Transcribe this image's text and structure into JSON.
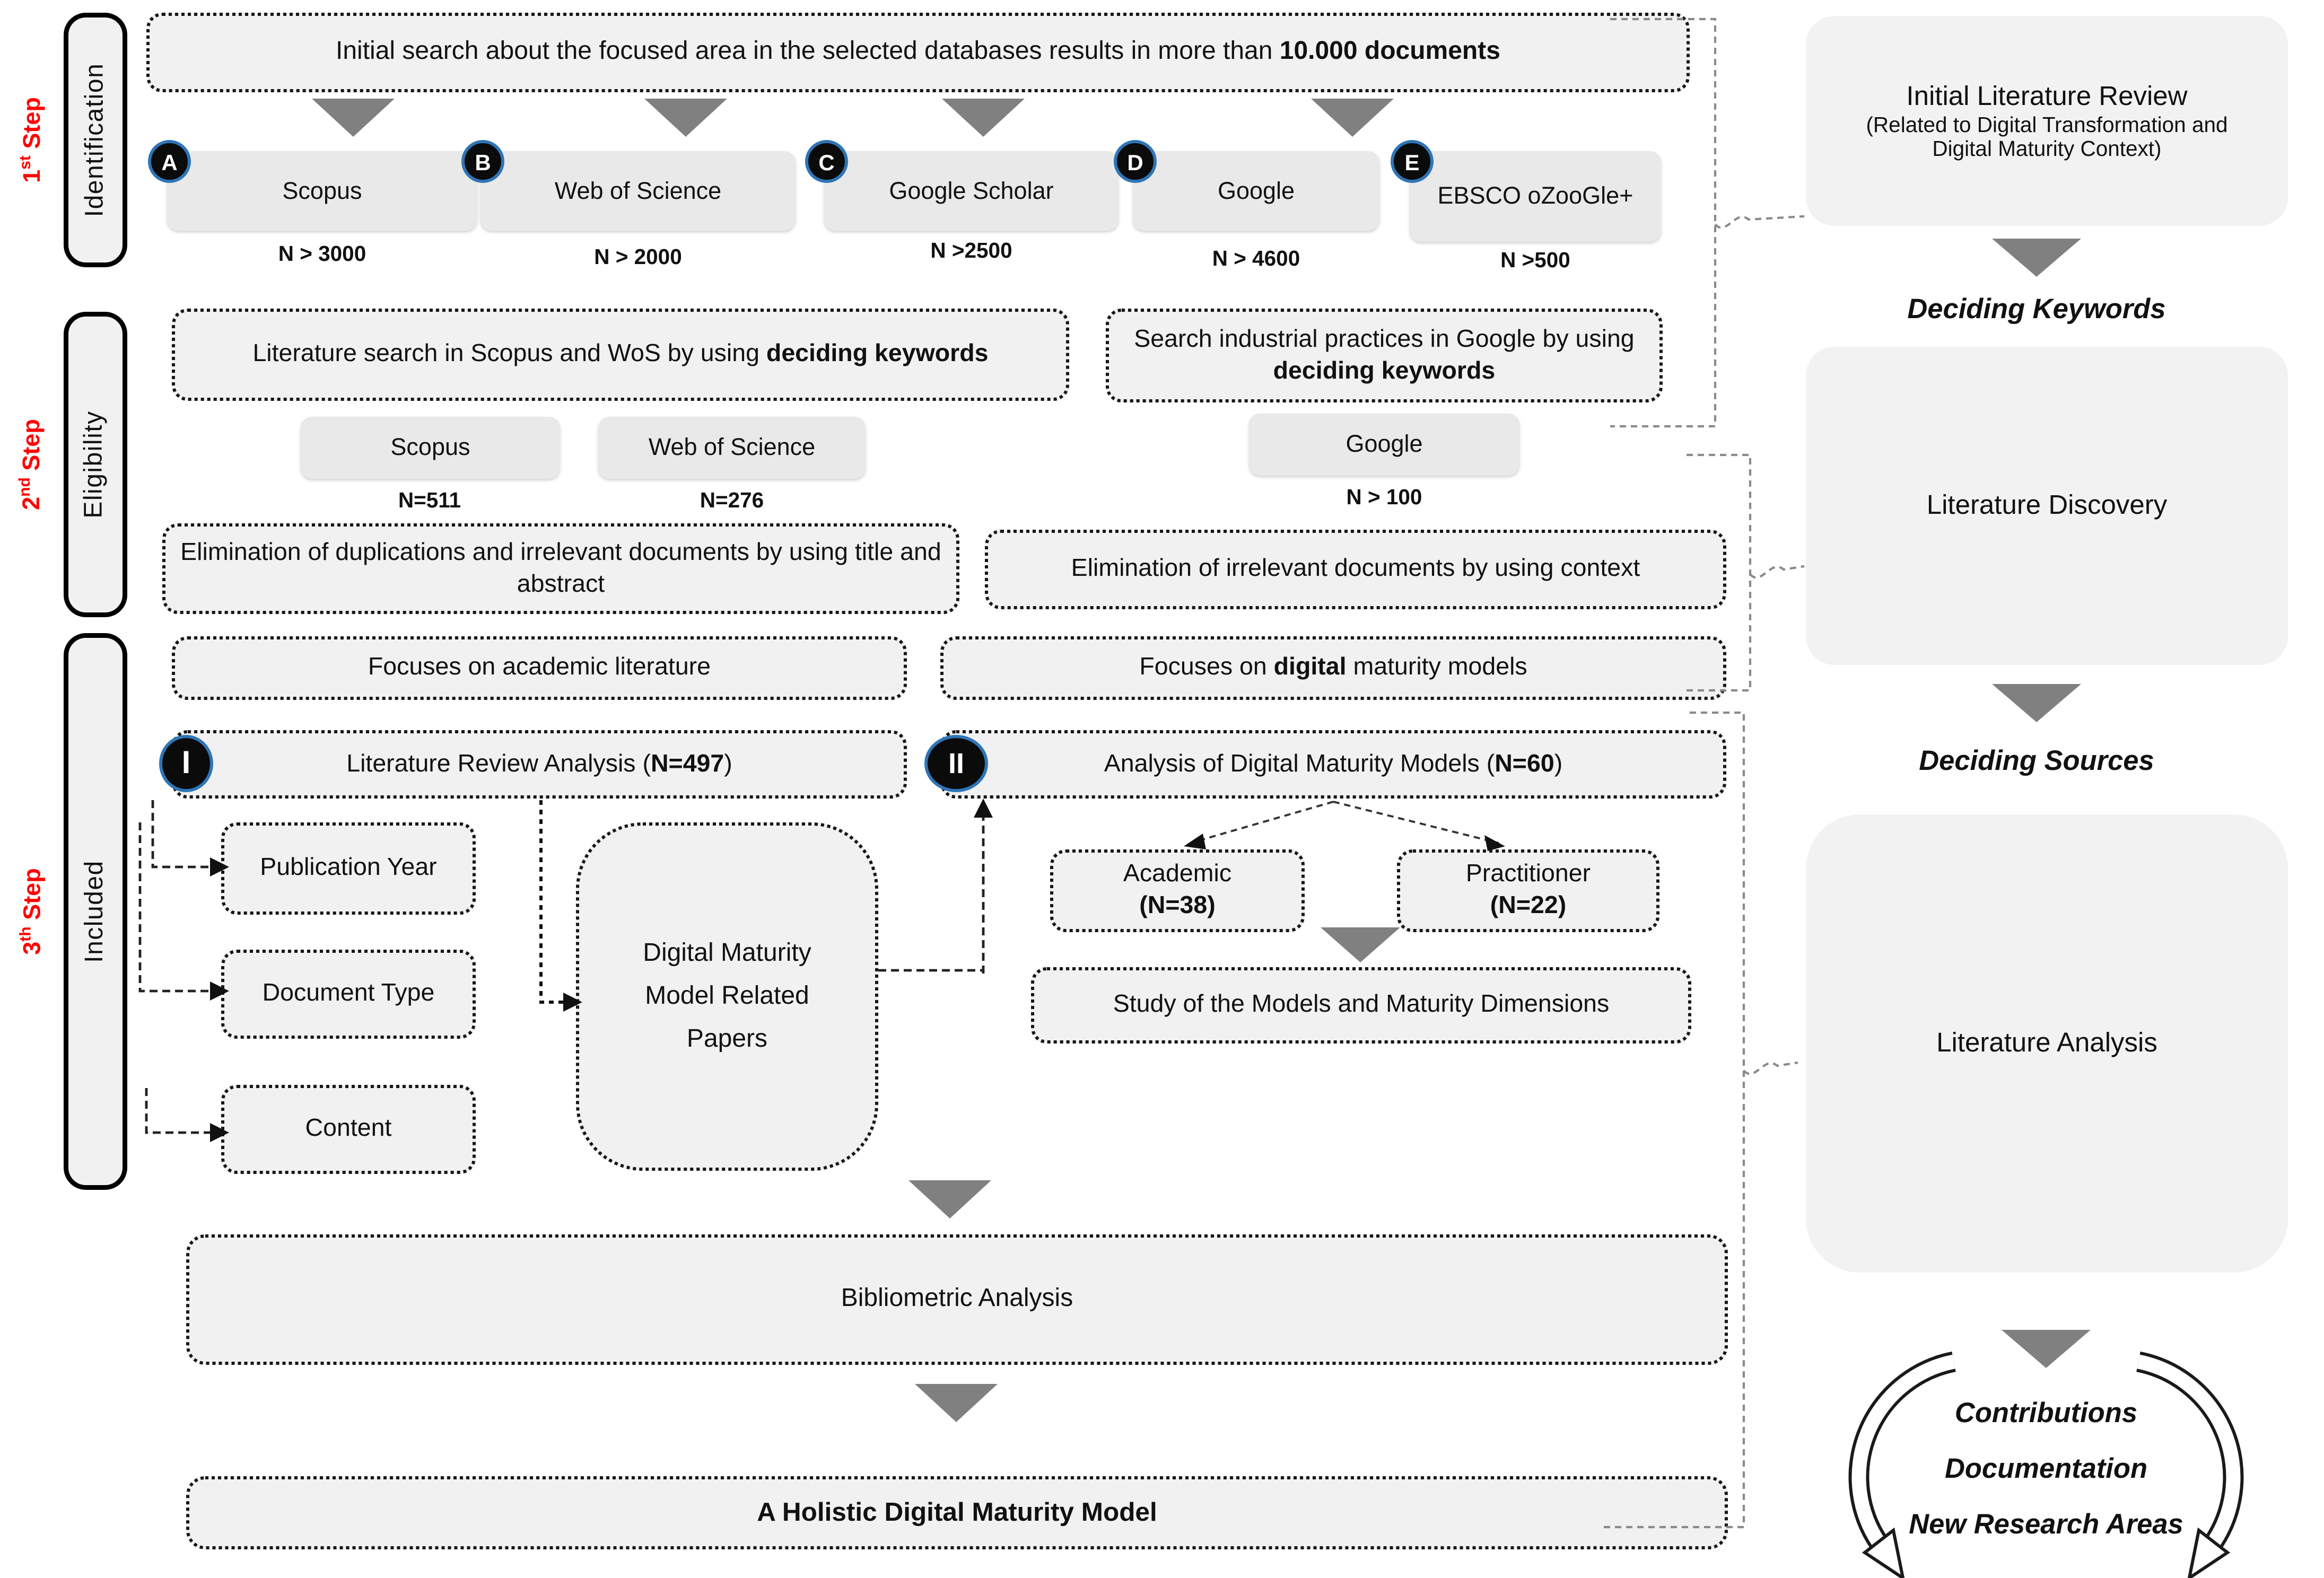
{
  "steps": [
    {
      "num": "1",
      "sup": "st",
      "word": "Step",
      "label": "Identification"
    },
    {
      "num": "2",
      "sup": "nd",
      "word": "Step",
      "label": "Eligibility"
    },
    {
      "num": "3",
      "sup": "th",
      "word": "Step",
      "label": "Included"
    }
  ],
  "step1": {
    "title_pre": "Initial search about the focused area in the selected databases results in more than ",
    "title_bold": "10.000 documents",
    "databases": [
      {
        "badge": "A",
        "name": "Scopus",
        "count": "N > 3000"
      },
      {
        "badge": "B",
        "name": "Web of Science",
        "count": "N > 2000"
      },
      {
        "badge": "C",
        "name": "Google Scholar",
        "count": "N >2500"
      },
      {
        "badge": "D",
        "name": "Google",
        "count": "N > 4600"
      },
      {
        "badge": "E",
        "name": "EBSCO oZooGle+",
        "count": "N >500"
      }
    ]
  },
  "step2": {
    "academic_search_pre": "Literature search in Scopus and WoS by using ",
    "academic_search_bold": "deciding keywords",
    "industrial_search_pre": "Search industrial practices in Google by using ",
    "industrial_search_bold": "deciding keywords",
    "sources": [
      {
        "name": "Scopus",
        "count": "N=511"
      },
      {
        "name": "Web of Science",
        "count": "N=276"
      },
      {
        "name": "Google",
        "count": "N > 100"
      }
    ],
    "elimination_academic": "Elimination of duplications and irrelevant documents by using title and abstract",
    "elimination_industrial": "Elimination of irrelevant documents by using context"
  },
  "step3": {
    "focus_academic": "Focuses on academic literature",
    "focus_digital_pre": "Focuses on ",
    "focus_digital_bold": "digital",
    "focus_digital_post": " maturity models",
    "branch1": {
      "badge": "I",
      "title_pre": "Literature Review Analysis (",
      "title_bold": "N=497",
      "title_post": ")"
    },
    "branch2": {
      "badge": "II",
      "title_pre": "Analysis of Digital Maturity Models (",
      "title_bold": "N=60",
      "title_post": ")"
    },
    "facets": [
      "Publication Year",
      "Document Type",
      "Content"
    ],
    "papers_box": "Digital Maturity Model Related Papers",
    "model_types": [
      {
        "name": "Academic",
        "count": "(N=38)"
      },
      {
        "name": "Practitioner",
        "count": "(N=22)"
      }
    ],
    "study_box": "Study of the Models and Maturity Dimensions",
    "bibliometric": "Bibliometric Analysis",
    "holistic": "A Holistic Digital Maturity Model"
  },
  "right_rail": {
    "box1_line1": "Initial Literature Review",
    "box1_line2": "(Related to Digital Transformation and",
    "box1_line3": "Digital Maturity Context)",
    "label1": "Deciding Keywords",
    "box2": "Literature Discovery",
    "label2": "Deciding Sources",
    "box3": "Literature Analysis",
    "outcomes": [
      "Contributions",
      "Documentation",
      "New Research Areas"
    ]
  },
  "colors": {
    "box_fill": "#f1f1f1",
    "triangle": "#808080",
    "step_red": "#ff0000",
    "badge_ring": "#2e75b6"
  }
}
